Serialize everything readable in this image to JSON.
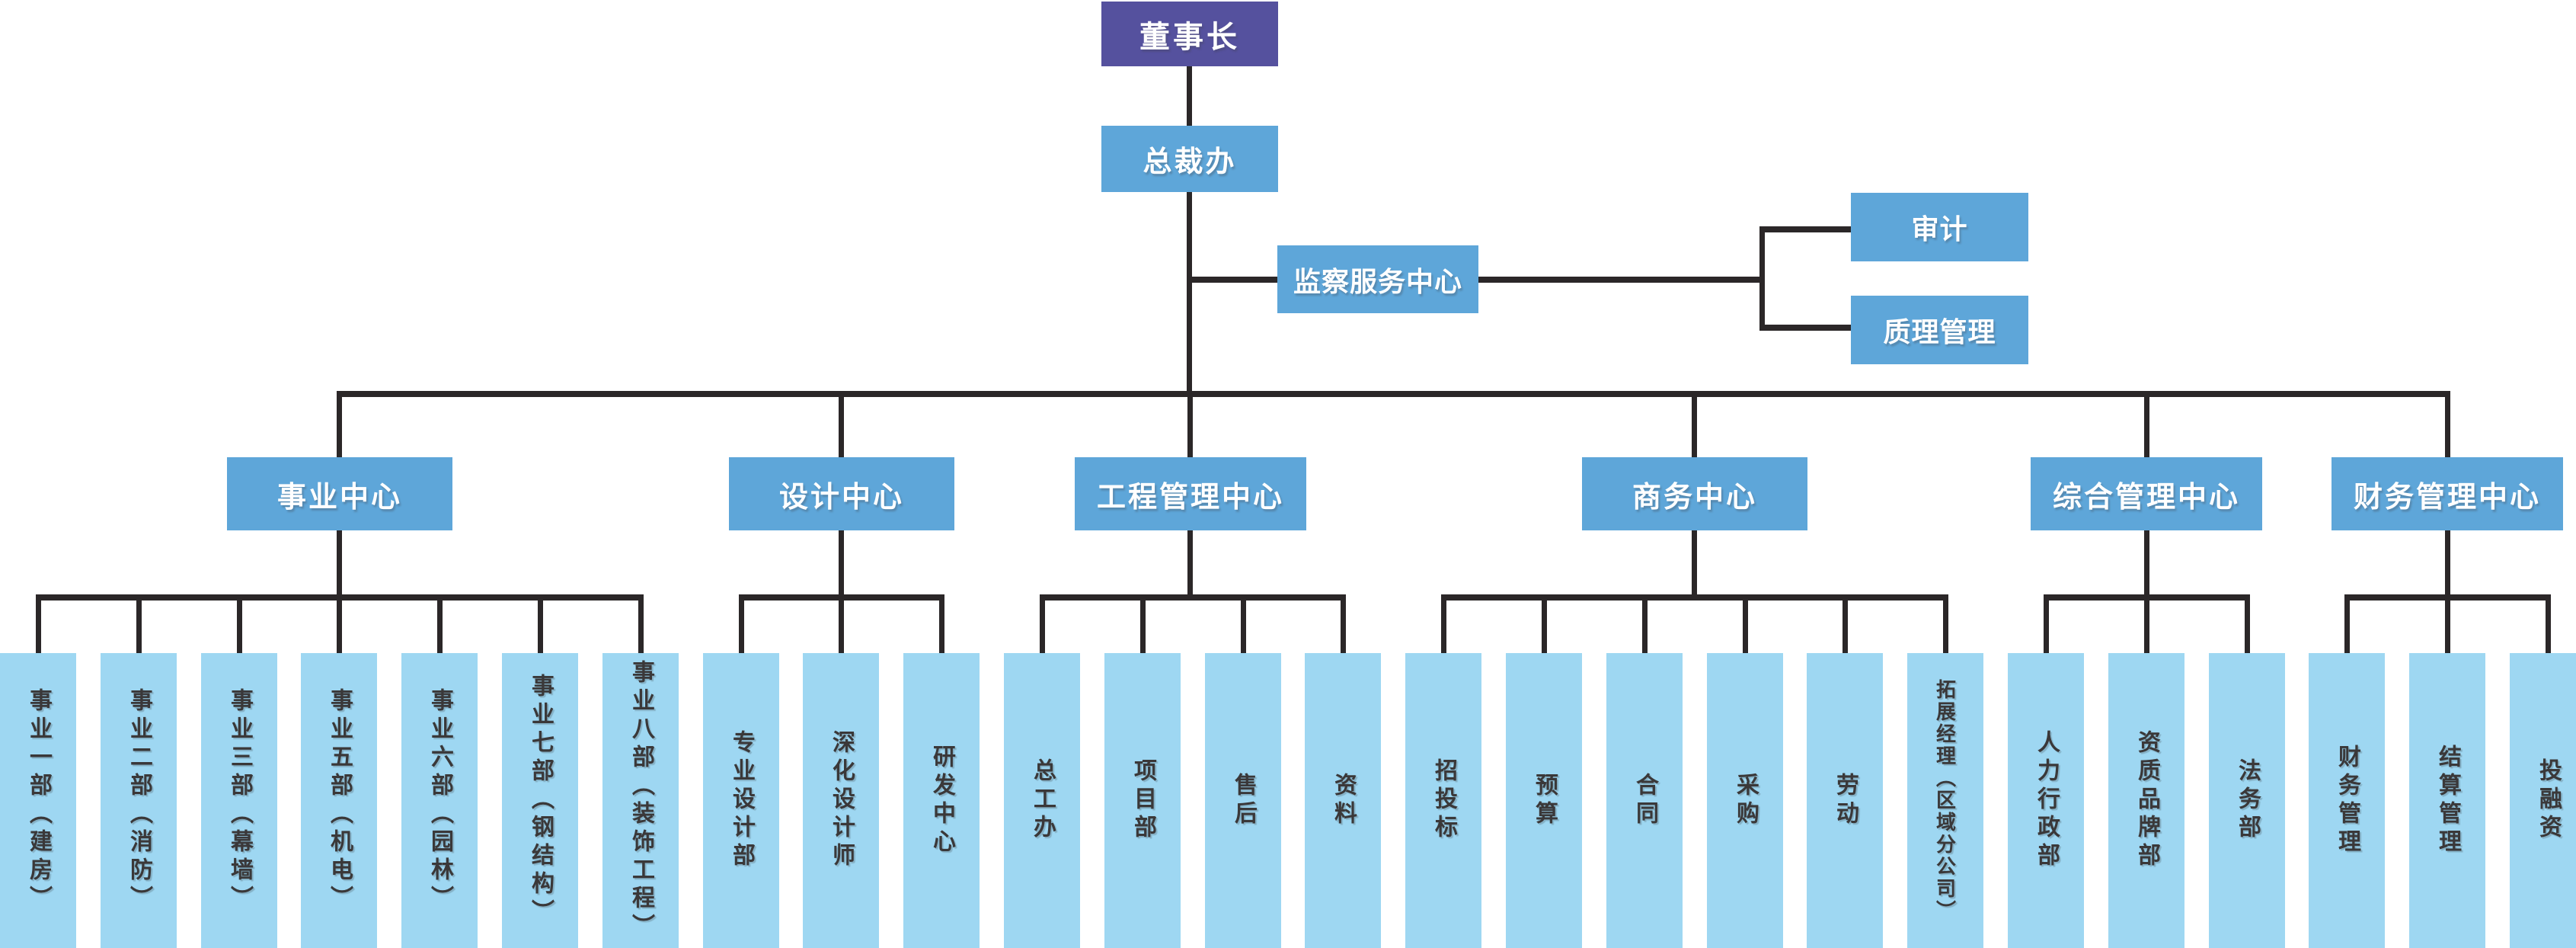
{
  "chairman": "董事长",
  "president_office": "总裁办",
  "supervision": {
    "label": "监察服务中心",
    "children": [
      "审计",
      "质理管理"
    ]
  },
  "centers": [
    {
      "label": "事业中心",
      "children": [
        "事业一部（建房）",
        "事业二部（消防）",
        "事业三部（幕墙）",
        "事业五部（机电）",
        "事业六部（园林）",
        "事业七部（钢结构）",
        "事业八部（装饰工程）"
      ]
    },
    {
      "label": "设计中心",
      "children": [
        "专业设计部",
        "深化设计师",
        "研发中心"
      ]
    },
    {
      "label": "工程管理中心",
      "children": [
        "总工办",
        "项目部",
        "售后",
        "资料"
      ]
    },
    {
      "label": "商务中心",
      "children": [
        "招投标",
        "预算",
        "合同",
        "采购",
        "劳动",
        "拓展经理（区域分公司）"
      ]
    },
    {
      "label": "综合管理中心",
      "children": [
        "人力行政部",
        "资质品牌部",
        "法务部"
      ]
    },
    {
      "label": "财务管理中心",
      "children": [
        "财务管理",
        "结算管理",
        "投融资"
      ]
    }
  ],
  "colors": {
    "chairman_bg": "#55519e",
    "node_bg": "#5ea6d9",
    "leaf_bg": "#9ed7f2",
    "line": "#2b2728",
    "leaf_text": "#3a3839",
    "node_text": "#ffffff"
  }
}
